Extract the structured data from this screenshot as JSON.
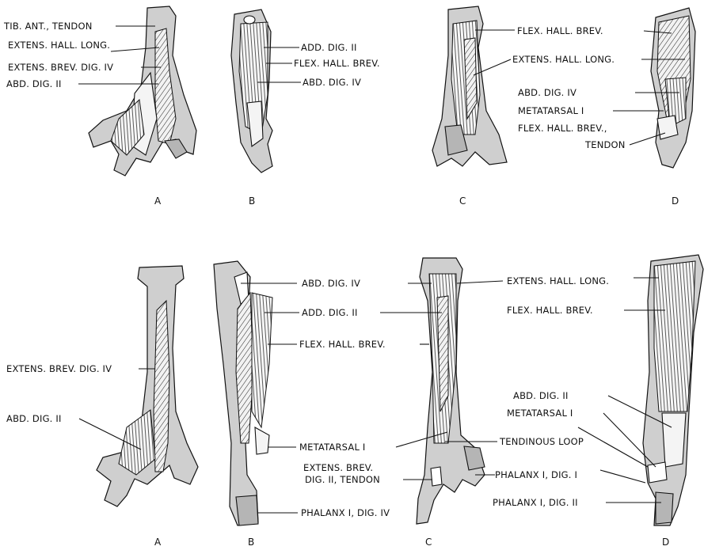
{
  "figure": {
    "top_row": {
      "A": {
        "panel": "A",
        "labels": [
          "TIB. ANT., TENDON",
          "EXTENS. HALL. LONG.",
          "EXTENS. BREV. DIG. IV",
          "ABD. DIG. II"
        ]
      },
      "B": {
        "panel": "B",
        "labels": [
          "ADD. DIG. II",
          "FLEX. HALL. BREV.",
          "ABD. DIG. IV"
        ]
      },
      "C": {
        "panel": "C",
        "labels": [
          "FLEX. HALL. BREV.",
          "EXTENS. HALL. LONG."
        ]
      },
      "D": {
        "panel": "D",
        "labels": [
          "ABD. DIG. IV",
          "METATARSAL I",
          "FLEX. HALL. BREV.,",
          "TENDON"
        ]
      }
    },
    "bottom_row": {
      "A": {
        "panel": "A",
        "labels": [
          "EXTENS. BREV. DIG. IV",
          "ABD. DIG. II"
        ]
      },
      "B": {
        "panel": "B",
        "labels": [
          "ABD. DIG. IV",
          "ADD. DIG. II",
          "FLEX. HALL. BREV.",
          "METATARSAL I",
          "PHALANX I, DIG. IV"
        ]
      },
      "C": {
        "panel": "C",
        "labels": [
          "EXTENS. BREV.",
          "DIG. II, TENDON",
          "TENDINOUS LOOP",
          "PHALANX I, DIG. I"
        ]
      },
      "D": {
        "panel": "D",
        "labels": [
          "EXTENS. HALL. LONG.",
          "FLEX. HALL. BREV.",
          "ABD. DIG. II",
          "METATARSAL I",
          "PHALANX I, DIG. II"
        ]
      }
    }
  }
}
